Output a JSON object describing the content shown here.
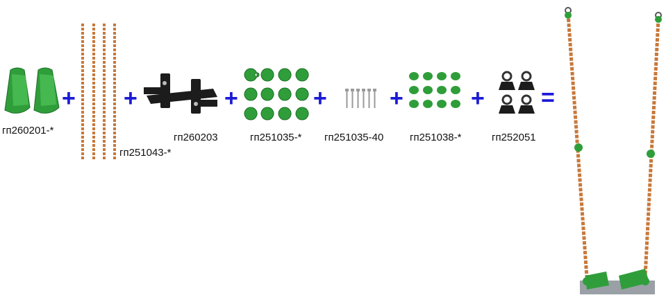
{
  "parts": [
    {
      "code": "гп260201-*",
      "icon": "green-seat-halves"
    },
    {
      "code": "гп251043-*",
      "icon": "orange-ropes"
    },
    {
      "code": "гп260203",
      "icon": "black-frame-bracket"
    },
    {
      "code": "гп251035-*",
      "icon": "green-clamps"
    },
    {
      "code": "гп251035-40",
      "icon": "bolts"
    },
    {
      "code": "гп251038-*",
      "icon": "green-balls"
    },
    {
      "code": "гп252051",
      "icon": "swivel-hooks"
    }
  ],
  "operators": {
    "plus": "+",
    "equals": "="
  },
  "result": {
    "icon": "assembled-swing"
  },
  "colors": {
    "operator": "#1b1bd6",
    "green": "#2f9e3a",
    "rope": "#c8783a",
    "frame": "#1c1c1c"
  }
}
